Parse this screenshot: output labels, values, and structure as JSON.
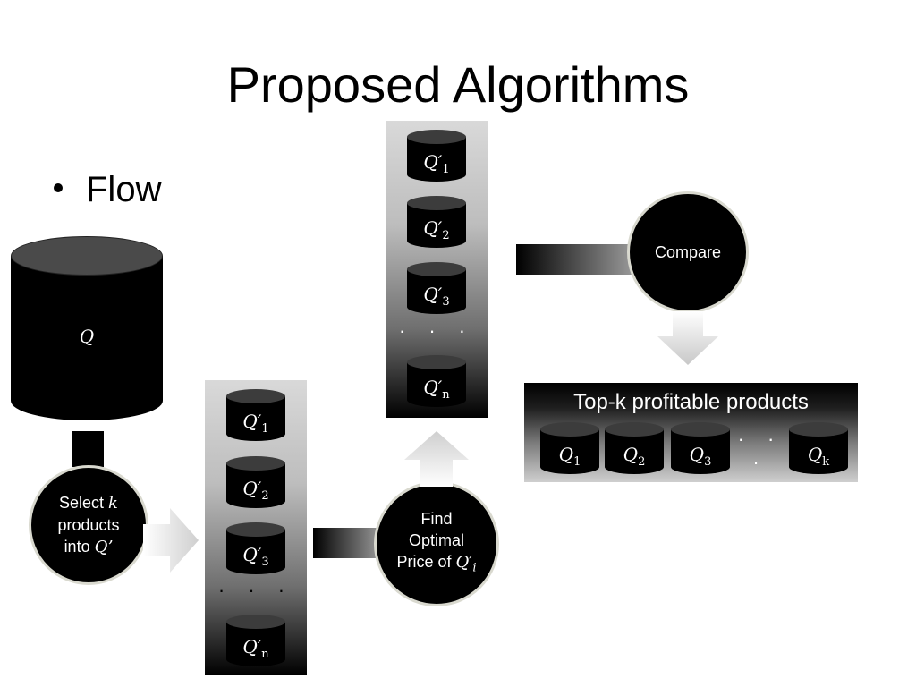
{
  "title": "Proposed Algorithms",
  "bullet": "Flow",
  "database": {
    "label": "Q"
  },
  "select_step": {
    "line1": "Select",
    "var": "k",
    "line2": "products",
    "line3": "into",
    "var2": "Q’"
  },
  "candidate_list_left": {
    "items": [
      {
        "base": "Q′",
        "sub": "1"
      },
      {
        "base": "Q′",
        "sub": "2"
      },
      {
        "base": "Q′",
        "sub": "3"
      },
      {
        "base": "Q′",
        "sub": "n"
      }
    ],
    "ellipsis": "· · ·"
  },
  "optimal_price_step": {
    "line1": "Find",
    "line2": "Optimal",
    "line3": "Price of",
    "var": "Q′",
    "sub": "i"
  },
  "candidate_list_top": {
    "items": [
      {
        "base": "Q′",
        "sub": "1"
      },
      {
        "base": "Q′",
        "sub": "2"
      },
      {
        "base": "Q′",
        "sub": "3"
      },
      {
        "base": "Q′",
        "sub": "n"
      }
    ],
    "ellipsis": "· · ·"
  },
  "compare_step": {
    "label": "Compare"
  },
  "result": {
    "header": "Top-k profitable products",
    "items": [
      {
        "base": "Q",
        "sub": "1"
      },
      {
        "base": "Q",
        "sub": "2"
      },
      {
        "base": "Q",
        "sub": "3"
      },
      {
        "base": "Q",
        "sub": "k"
      }
    ],
    "ellipsis": "· · ·"
  },
  "colors": {
    "arrow": "#d4d4d4",
    "circle_border": "#d9d9cf",
    "ink": "#000000"
  }
}
